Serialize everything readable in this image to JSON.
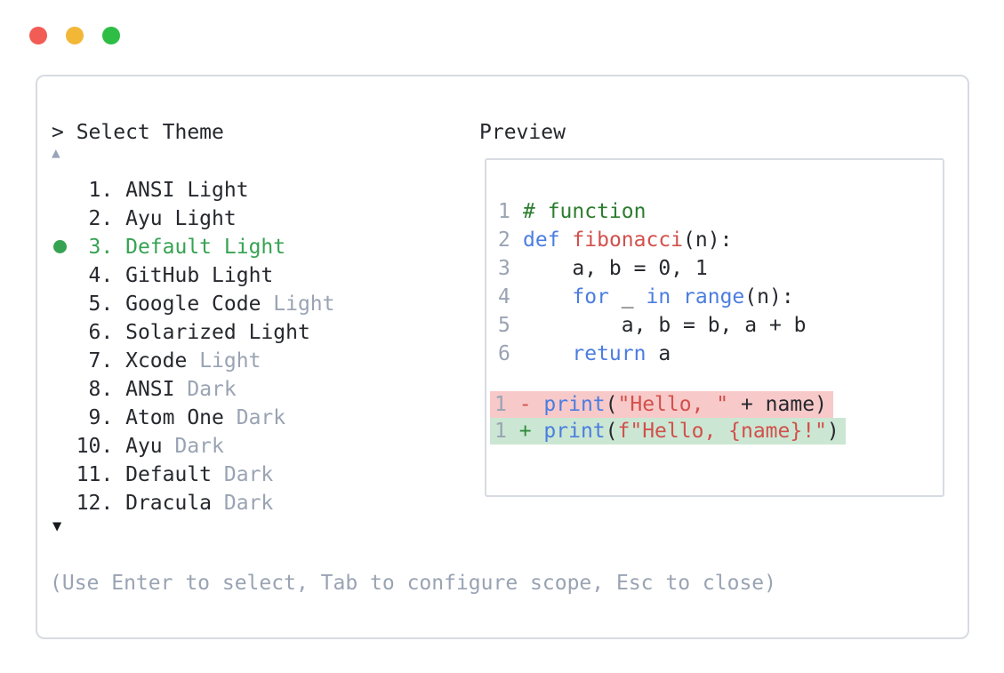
{
  "window_controls": {
    "buttons": [
      {
        "name": "close",
        "color": "#f15c55"
      },
      {
        "name": "minimize",
        "color": "#f3b737"
      },
      {
        "name": "maximize",
        "color": "#2ebe46"
      }
    ]
  },
  "palette": {
    "prompt": "> Select Theme",
    "scroll_up_indicator": "▲",
    "scroll_down_indicator": "▼",
    "items": [
      {
        "prefix": "   1. ",
        "name": "ANSI Light",
        "suffix": "",
        "selected": false
      },
      {
        "prefix": "   2. ",
        "name": "Ayu Light",
        "suffix": "",
        "selected": false
      },
      {
        "prefix": "   3. ",
        "name": "Default Light",
        "suffix": "",
        "selected": true
      },
      {
        "prefix": "   4. ",
        "name": "GitHub Light",
        "suffix": "",
        "selected": false
      },
      {
        "prefix": "   5. ",
        "name": "Google Code ",
        "suffix": "Light",
        "selected": false
      },
      {
        "prefix": "   6. ",
        "name": "Solarized Light",
        "suffix": "",
        "selected": false
      },
      {
        "prefix": "   7. ",
        "name": "Xcode ",
        "suffix": "Light",
        "selected": false
      },
      {
        "prefix": "   8. ",
        "name": "ANSI ",
        "suffix": "Dark",
        "selected": false
      },
      {
        "prefix": "   9. ",
        "name": "Atom One ",
        "suffix": "Dark",
        "selected": false
      },
      {
        "prefix": "  10. ",
        "name": "Ayu ",
        "suffix": "Dark",
        "selected": false
      },
      {
        "prefix": "  11. ",
        "name": "Default ",
        "suffix": "Dark",
        "selected": false
      },
      {
        "prefix": "  12. ",
        "name": "Dracula ",
        "suffix": "Dark",
        "selected": false
      }
    ],
    "hint": "(Use Enter to select, Tab to configure scope, Esc to close)"
  },
  "preview": {
    "label": "Preview",
    "code_lines": [
      {
        "num": "1",
        "tokens": [
          {
            "c": "comment",
            "t": "# function"
          }
        ]
      },
      {
        "num": "2",
        "tokens": [
          {
            "c": "kw",
            "t": "def"
          },
          {
            "c": "plain",
            "t": " "
          },
          {
            "c": "fn",
            "t": "fibonacci"
          },
          {
            "c": "plain",
            "t": "(n):"
          }
        ]
      },
      {
        "num": "3",
        "tokens": [
          {
            "c": "plain",
            "t": "    a, b = 0, 1"
          }
        ]
      },
      {
        "num": "4",
        "tokens": [
          {
            "c": "plain",
            "t": "    "
          },
          {
            "c": "kw",
            "t": "for"
          },
          {
            "c": "plain",
            "t": " _ "
          },
          {
            "c": "kw",
            "t": "in"
          },
          {
            "c": "plain",
            "t": " "
          },
          {
            "c": "kw",
            "t": "range"
          },
          {
            "c": "plain",
            "t": "(n):"
          }
        ]
      },
      {
        "num": "5",
        "tokens": [
          {
            "c": "plain",
            "t": "        a, b = b, a + b"
          }
        ]
      },
      {
        "num": "6",
        "tokens": [
          {
            "c": "plain",
            "t": "    "
          },
          {
            "c": "kw",
            "t": "return"
          },
          {
            "c": "plain",
            "t": " a"
          }
        ]
      }
    ],
    "diff_lines": [
      {
        "type": "removed",
        "num": "1",
        "sign": " - ",
        "tokens": [
          {
            "c": "kw",
            "t": "print"
          },
          {
            "c": "plain",
            "t": "("
          },
          {
            "c": "str",
            "t": "\"Hello, \""
          },
          {
            "c": "plain",
            "t": " + name)"
          }
        ]
      },
      {
        "type": "added",
        "num": "1",
        "sign": " + ",
        "tokens": [
          {
            "c": "kw",
            "t": "print"
          },
          {
            "c": "plain",
            "t": "("
          },
          {
            "c": "str",
            "t": "f\"Hello, {name}!\""
          },
          {
            "c": "plain",
            "t": ")"
          }
        ]
      }
    ]
  },
  "colors": {
    "text_dark": "#26282e",
    "text_gray": "#99a3b3",
    "selected_green": "#36a353",
    "comment_green": "#2c7d2f",
    "keyword_blue": "#4b7de0",
    "string_red": "#d2504c",
    "diff_removed_bg": "#f8c9c9",
    "diff_added_bg": "#cbe7d3",
    "panel_border": "#d7dbe2"
  }
}
